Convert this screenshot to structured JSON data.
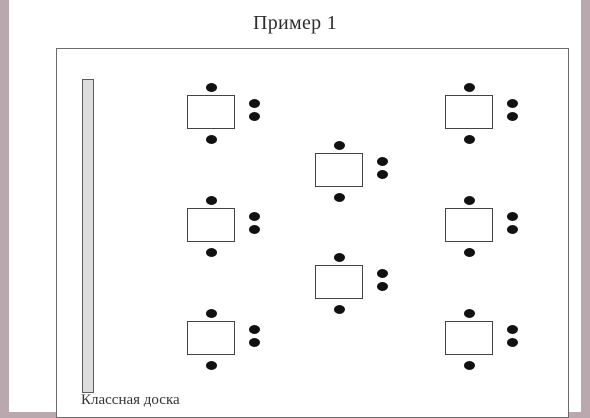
{
  "header": {
    "title": "Пример 1"
  },
  "classroom": {
    "board_label": "Классная доска",
    "desk_groups": [
      {
        "id": "left-1"
      },
      {
        "id": "left-2"
      },
      {
        "id": "left-3"
      },
      {
        "id": "middle-1"
      },
      {
        "id": "middle-2"
      },
      {
        "id": "right-1"
      },
      {
        "id": "right-2"
      },
      {
        "id": "right-3"
      }
    ]
  }
}
